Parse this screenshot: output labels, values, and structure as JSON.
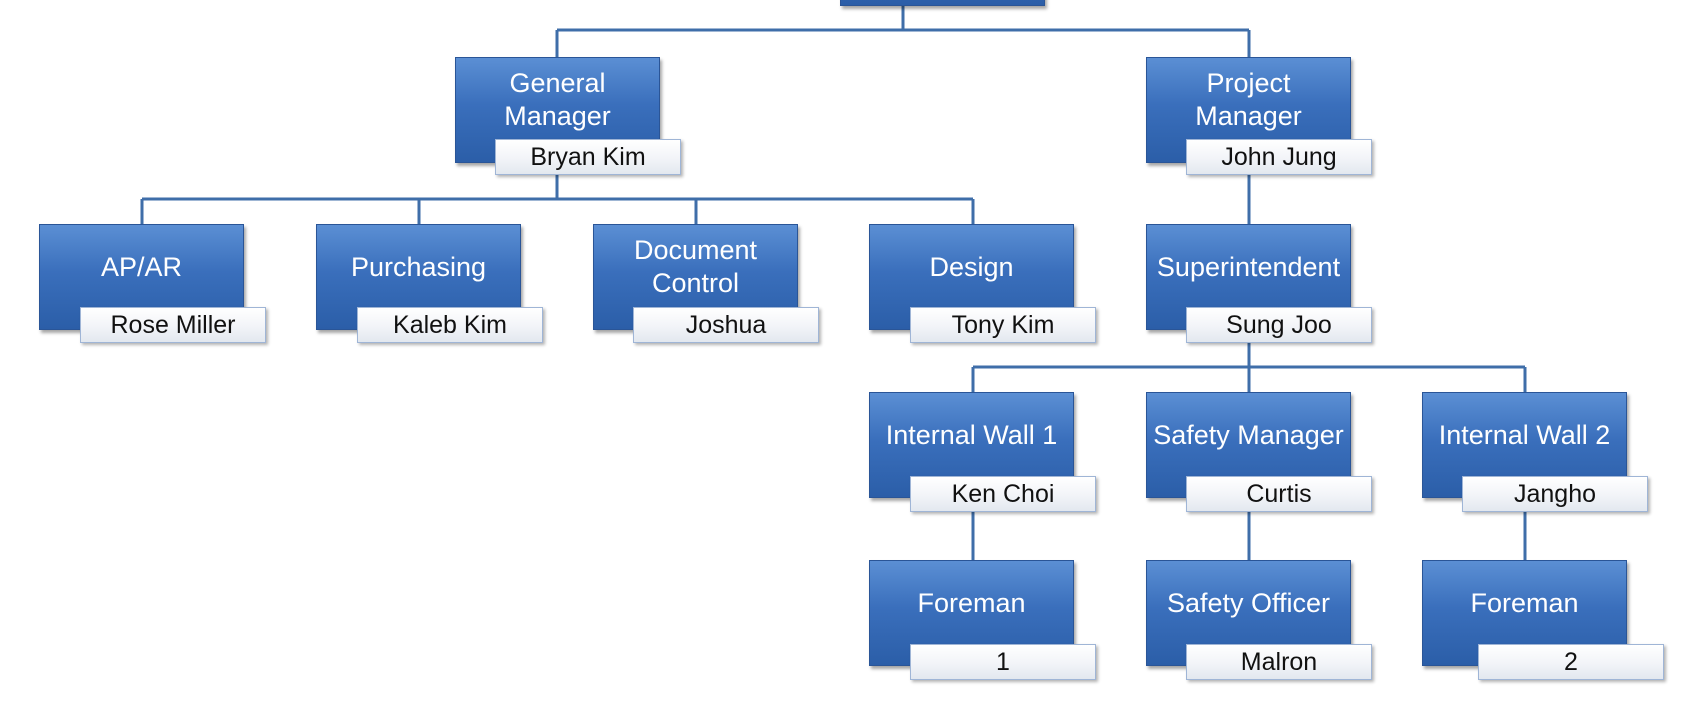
{
  "org_chart": {
    "top": {
      "title": "",
      "name": ""
    },
    "general_manager": {
      "title": "General Manager",
      "name": "Bryan Kim"
    },
    "project_manager": {
      "title": "Project Manager",
      "name": "John Jung"
    },
    "ap_ar": {
      "title": "AP/AR",
      "name": "Rose Miller"
    },
    "purchasing": {
      "title": "Purchasing",
      "name": "Kaleb Kim"
    },
    "document_control": {
      "title": "Document Control",
      "name": "Joshua"
    },
    "design": {
      "title": "Design",
      "name": "Tony Kim"
    },
    "superintendent": {
      "title": "Superintendent",
      "name": "Sung Joo"
    },
    "internal_wall_1": {
      "title": "Internal Wall 1",
      "name": "Ken Choi"
    },
    "safety_manager": {
      "title": "Safety Manager",
      "name": "Curtis"
    },
    "internal_wall_2": {
      "title": "Internal Wall 2",
      "name": "Jangho"
    },
    "foreman_1": {
      "title": "Foreman",
      "name": "1"
    },
    "safety_officer": {
      "title": "Safety Officer",
      "name": "Malron"
    },
    "foreman_2": {
      "title": "Foreman",
      "name": "2"
    }
  },
  "colors": {
    "box_fill": "#3a6fbc",
    "box_border": "#2a5597",
    "connector": "#3f6ea9",
    "name_fill": "#f2f4f8"
  }
}
